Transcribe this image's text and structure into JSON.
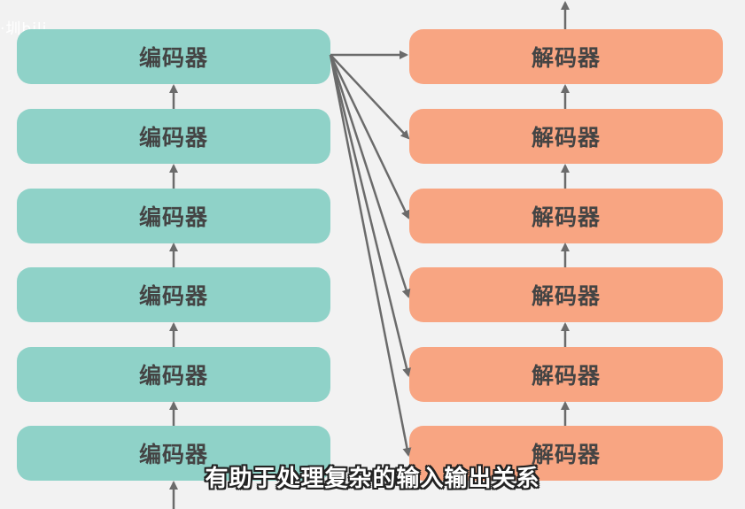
{
  "watermark": {
    "corner_text": "·圳bili"
  },
  "encoders": [
    {
      "label": "编码器"
    },
    {
      "label": "编码器"
    },
    {
      "label": "编码器"
    },
    {
      "label": "编码器"
    },
    {
      "label": "编码器"
    },
    {
      "label": "编码器"
    }
  ],
  "decoders": [
    {
      "label": "解码器"
    },
    {
      "label": "解码器"
    },
    {
      "label": "解码器"
    },
    {
      "label": "解码器"
    },
    {
      "label": "解码器"
    },
    {
      "label": "解码器"
    }
  ],
  "subtitle": {
    "text": "有助于处理复杂的输入输出关系"
  },
  "colors": {
    "encoder": "#8fd2c8",
    "decoder": "#f8a582",
    "arrow": "#6b6b6b",
    "background": "#f2f2f2"
  }
}
